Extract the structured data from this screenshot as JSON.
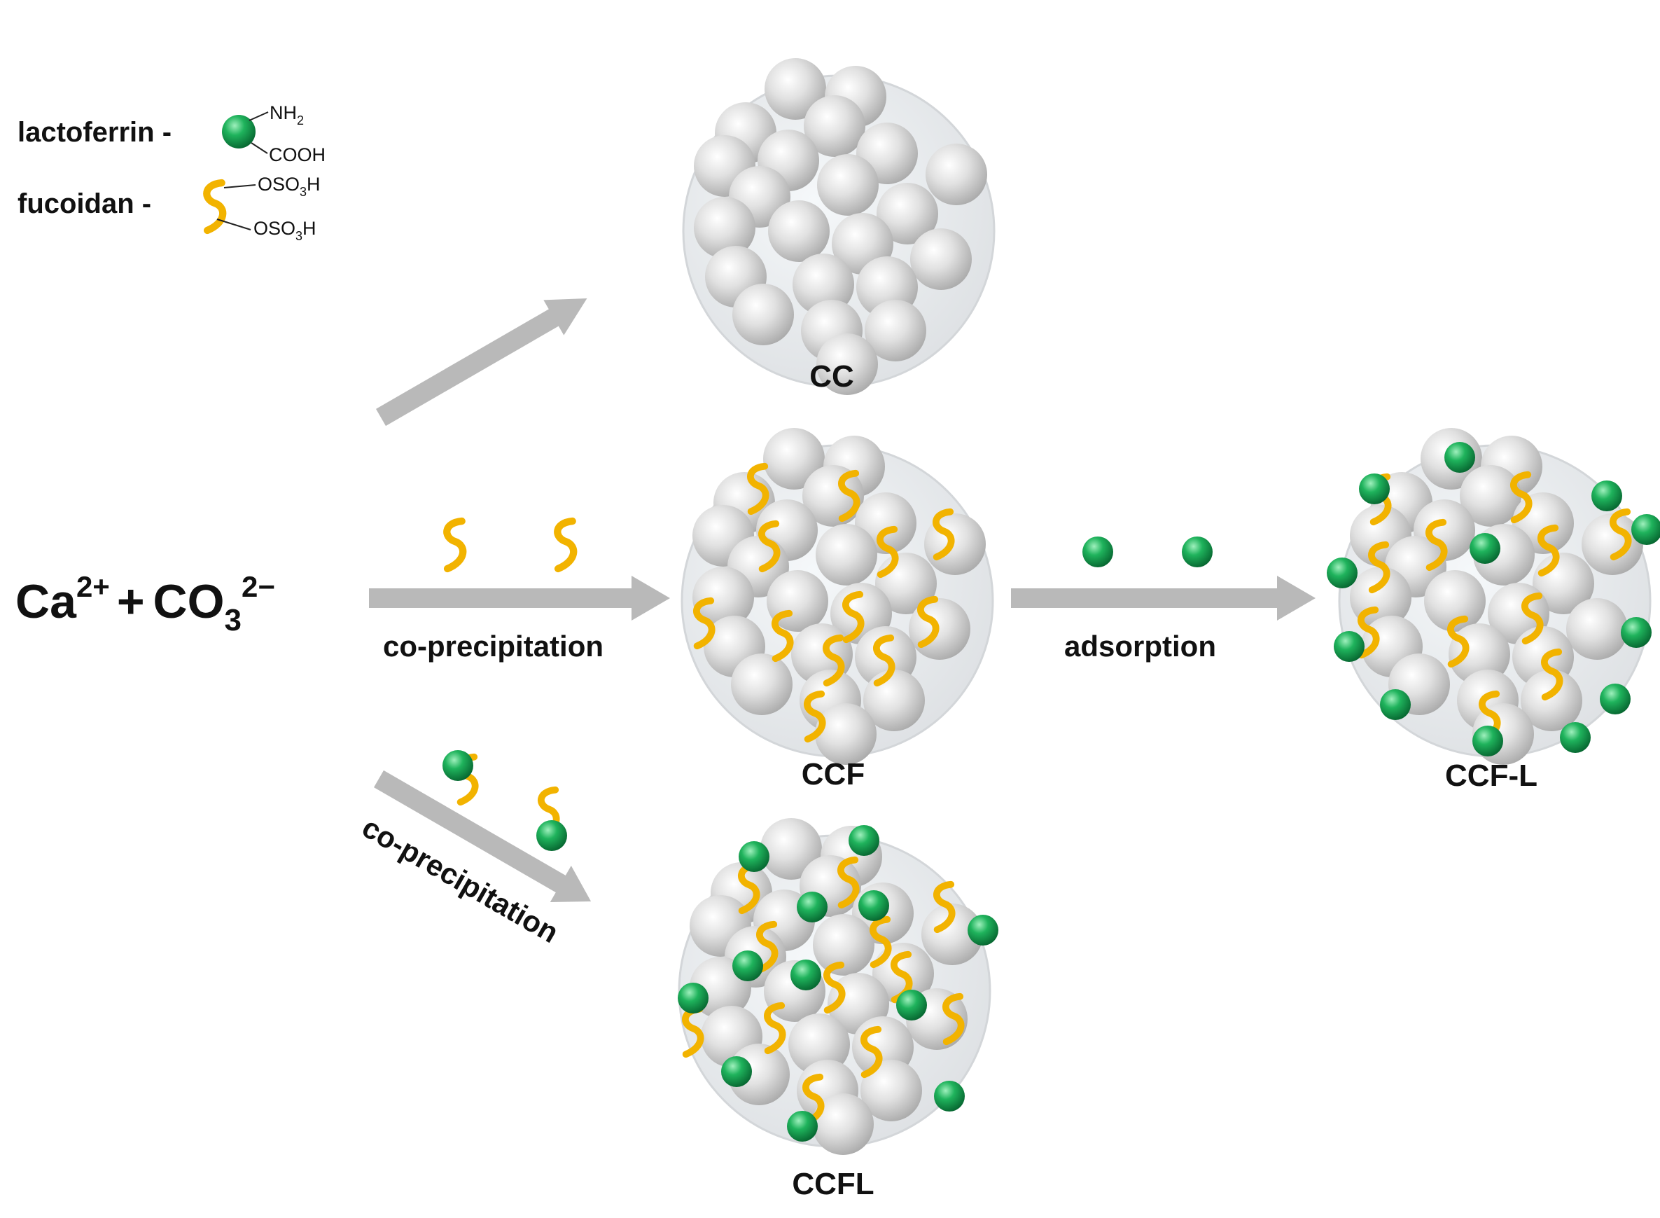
{
  "legend": {
    "lactoferrin_label": "lactoferrin -",
    "fucoidan_label": "fucoidan -",
    "group_nh": "NH",
    "group_nh_sub": "2",
    "group_cooh": "COOH",
    "group_oso_a": "OSO",
    "group_oso_a_sub": "3",
    "group_oso_a_tail": "H",
    "group_oso_b": "OSO",
    "group_oso_b_sub": "3",
    "group_oso_b_tail": "H"
  },
  "reactants": {
    "ca": "Ca",
    "ca_sup": "2+",
    "plus": "+",
    "co": "CO",
    "co_sub": "3",
    "co_sup": "2−"
  },
  "steps": {
    "middle_label": "co-precipitation",
    "lower_label": "co-precipitation",
    "right_label": "adsorption"
  },
  "products": {
    "cc": "CC",
    "ccf": "CCF",
    "ccfl": "CCFL",
    "ccf_l": "CCF-L"
  },
  "colors": {
    "calcium_carbonate": "#c9c9c9",
    "lactoferrin": "#1aa052",
    "fucoidan": "#f2b300",
    "arrow": "#b9b9b9"
  }
}
